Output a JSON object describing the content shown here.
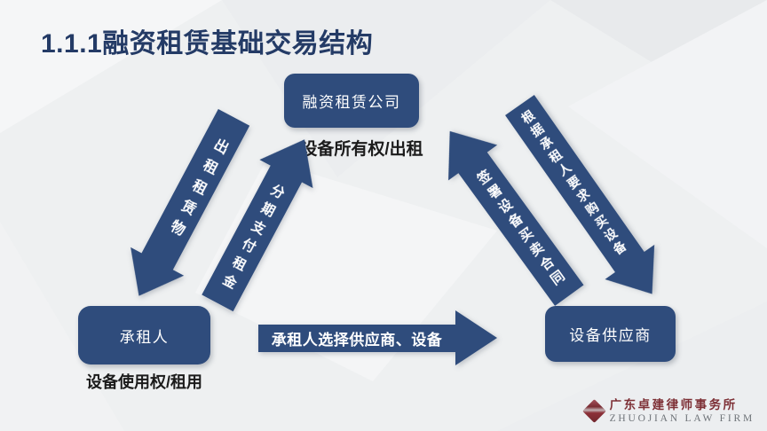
{
  "title": "1.1.1融资租赁基础交易结构",
  "colors": {
    "primary_navy": "#2F4C7C",
    "title_navy": "#243B66",
    "logo_maroon": "#7D2F35",
    "logo_gray": "#6E7378",
    "background": "#EEF0F1"
  },
  "nodes": {
    "lessor": {
      "label": "融资租赁公司",
      "sublabel": "设备所有权/出租"
    },
    "lessee": {
      "label": "承租人",
      "sublabel": "设备使用权/租用"
    },
    "supplier": {
      "label": "设备供应商"
    }
  },
  "arrows": {
    "lease_out": {
      "label": "出租租赁物"
    },
    "pay_rent": {
      "label": "分期支付租金"
    },
    "select_supplier": {
      "label": "承租人选择供应商、设备"
    },
    "sign_contract": {
      "label": "签署设备买卖合同"
    },
    "purchase_equipment": {
      "label": "根据承租人要求购买设备"
    }
  },
  "logo": {
    "name_cn": "广东卓建律师事务所",
    "name_en": "ZHUOJIAN LAW FIRM"
  }
}
